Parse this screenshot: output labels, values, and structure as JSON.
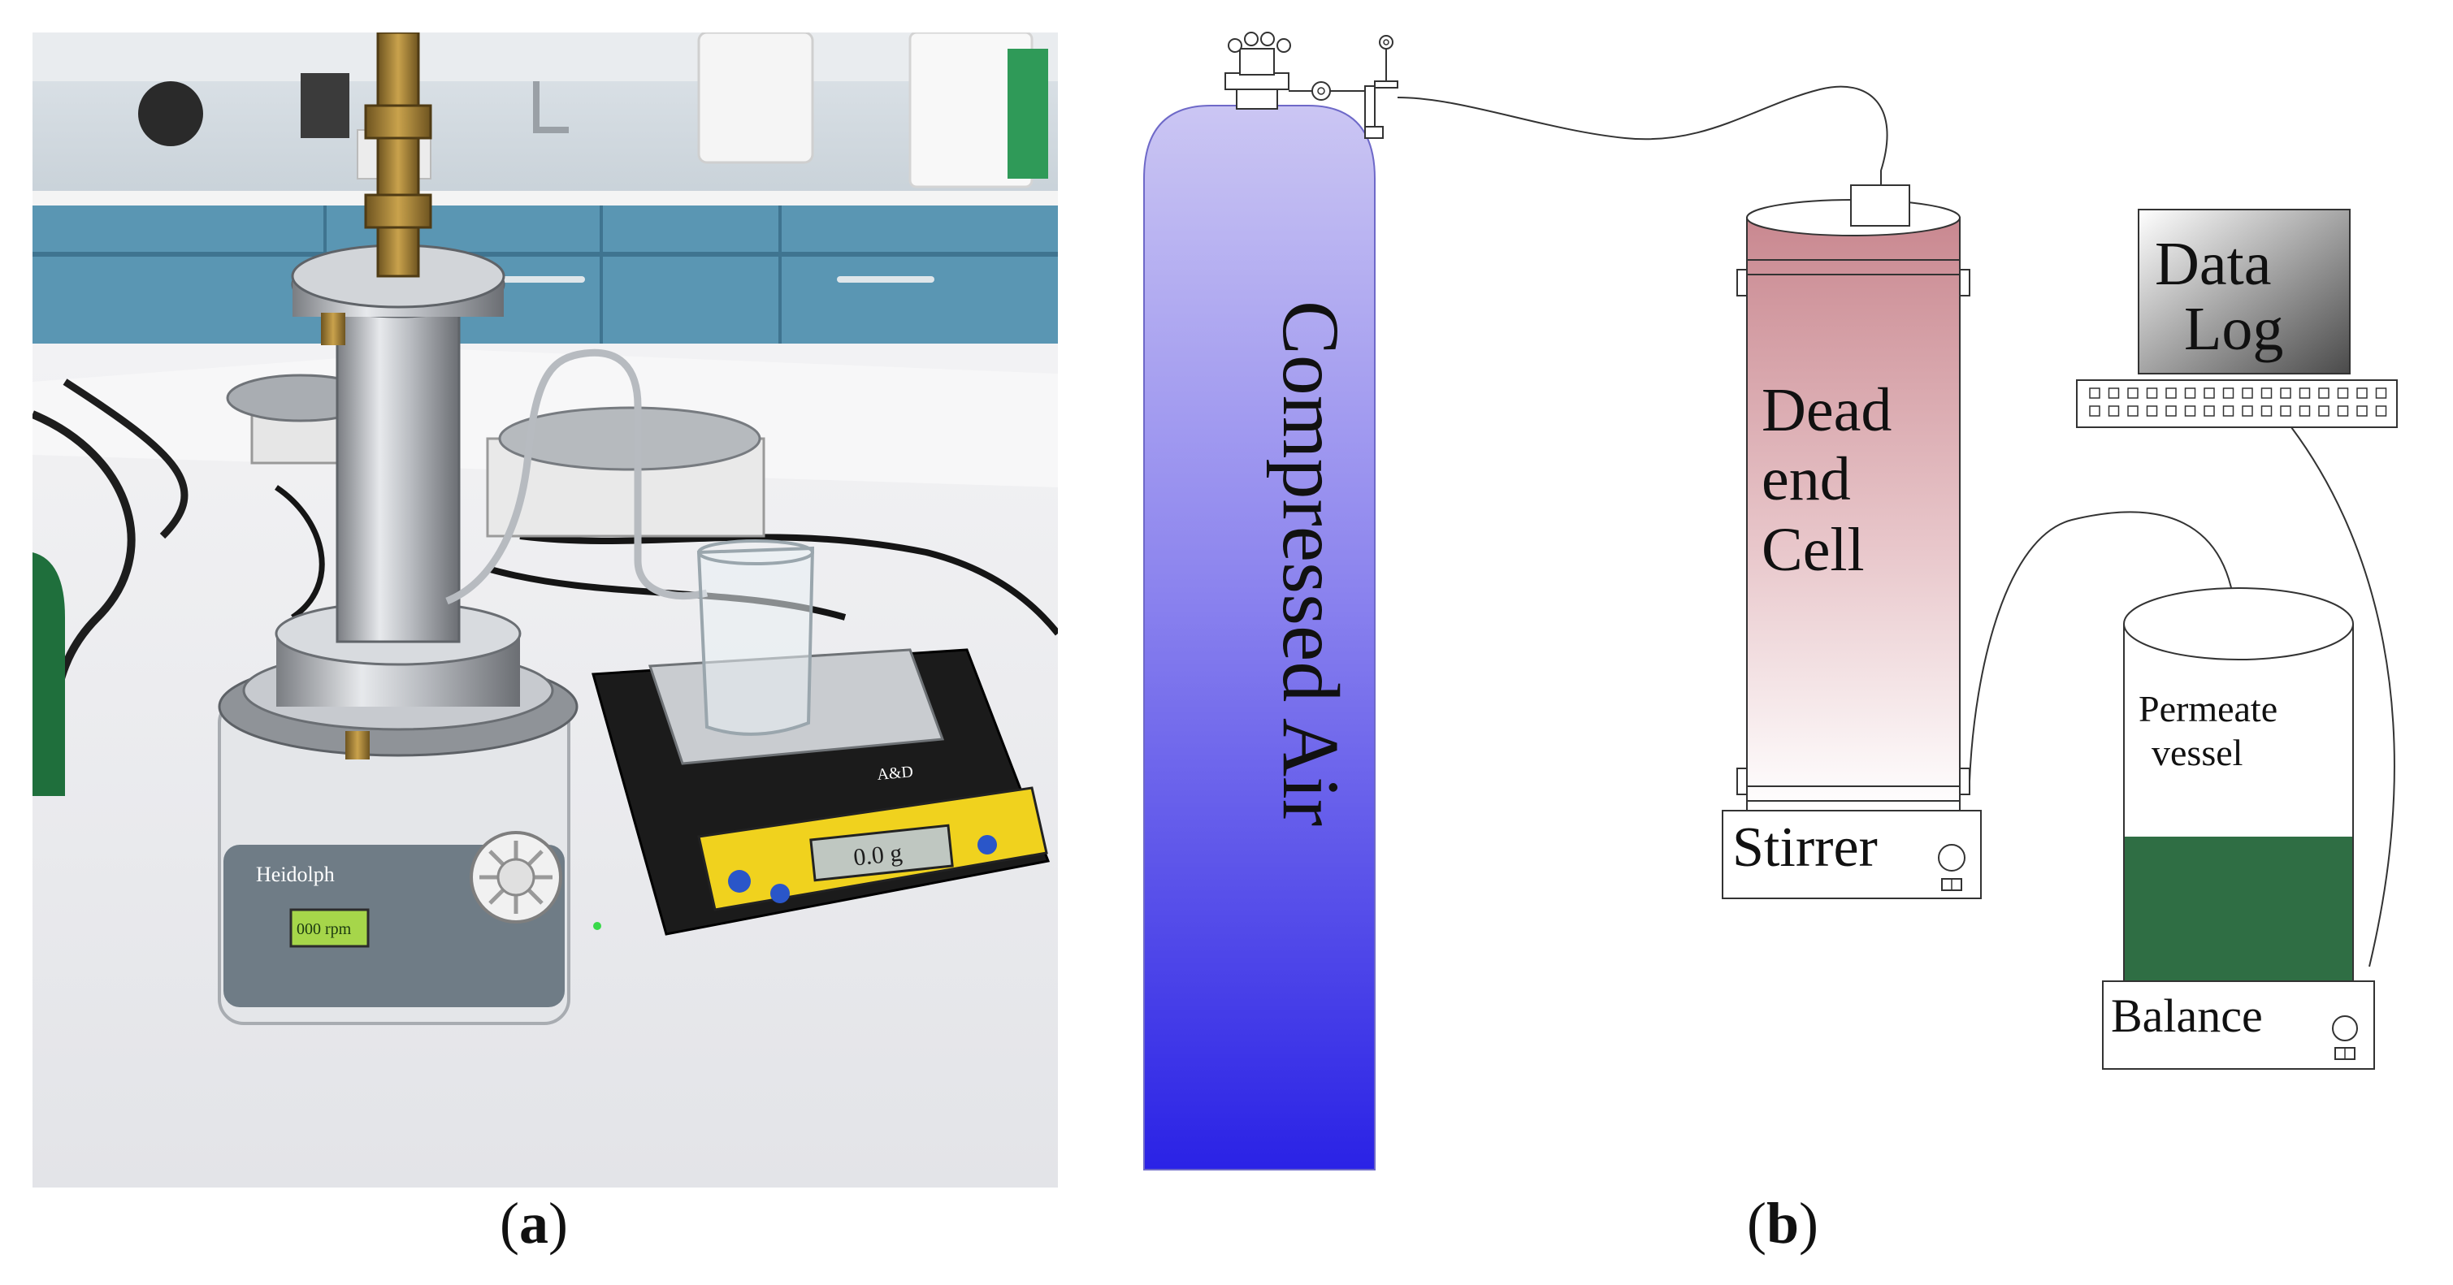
{
  "panel_a": {
    "caption_open": "(",
    "caption_letter": "a",
    "caption_close": ")",
    "brand": "Heidolph",
    "lcd_left": "000 rpm",
    "lcd_right": "0.0 g",
    "balance_brand": "A&D"
  },
  "panel_b": {
    "caption_open": "(",
    "caption_letter": "b",
    "caption_close": ")",
    "cylinder_label": "Compressed Air",
    "cell_label_lines": [
      "Dead",
      "end",
      "Cell"
    ],
    "stirrer_label": "Stirrer",
    "data_log_lines": [
      "Data",
      "Log"
    ],
    "permeate_lines": [
      "Permeate",
      "vessel"
    ],
    "balance_label": "Balance"
  },
  "colors": {
    "cylinder_top": "#c8c4f2",
    "cylinder_bottom": "#2a22e6",
    "cell_pink": "#c98a92",
    "permeate_green": "#2f6e44",
    "monitor_dark": "#555555"
  }
}
